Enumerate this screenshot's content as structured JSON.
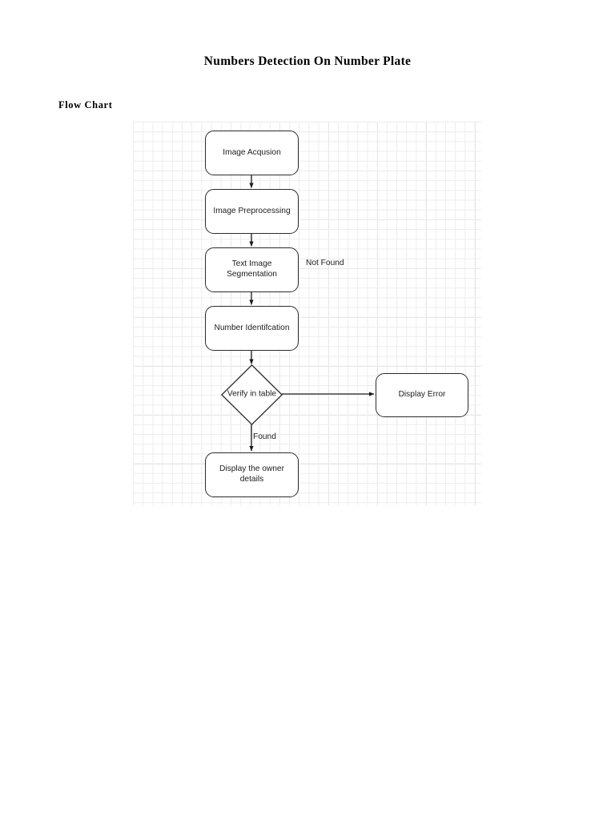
{
  "document": {
    "title": "Numbers Detection On Number Plate",
    "section_label": "Flow Chart"
  },
  "chart_data": {
    "type": "diagram",
    "diagram_kind": "flowchart",
    "title": "Flow Chart",
    "orientation": "top-to-bottom",
    "grid": "on",
    "nodes": [
      {
        "id": "n1",
        "label": "Image Acqusion",
        "shape": "rounded-rectangle"
      },
      {
        "id": "n2",
        "label": "Image Preprocessing",
        "shape": "rounded-rectangle"
      },
      {
        "id": "n3",
        "label": "Text Image\nSegmentation",
        "shape": "rounded-rectangle"
      },
      {
        "id": "n4",
        "label": "Number Identifcation",
        "shape": "rounded-rectangle"
      },
      {
        "id": "n5",
        "label": "Verify in table",
        "shape": "diamond"
      },
      {
        "id": "n6",
        "label": "Display Error",
        "shape": "rounded-rectangle"
      },
      {
        "id": "n7",
        "label": "Display the owner\ndetails",
        "shape": "rounded-rectangle"
      }
    ],
    "edges": [
      {
        "from": "n1",
        "to": "n2",
        "label": ""
      },
      {
        "from": "n2",
        "to": "n3",
        "label": ""
      },
      {
        "from": "n3",
        "to": "n4",
        "label": ""
      },
      {
        "from": "n4",
        "to": "n5",
        "label": ""
      },
      {
        "from": "n5",
        "to": "n6",
        "label": "Not Found"
      },
      {
        "from": "n5",
        "to": "n7",
        "label": "Found"
      }
    ],
    "edge_labels": {
      "not_found": "Not Found",
      "found": "Found"
    },
    "colors": {
      "node_border": "#2b2b2b",
      "node_fill": "#ffffff",
      "text": "#1c1c1c",
      "connector": "#1a1a1a",
      "grid_minor": "#ededed",
      "grid_major": "#dcdcdc",
      "page_background": "#ffffff"
    }
  }
}
